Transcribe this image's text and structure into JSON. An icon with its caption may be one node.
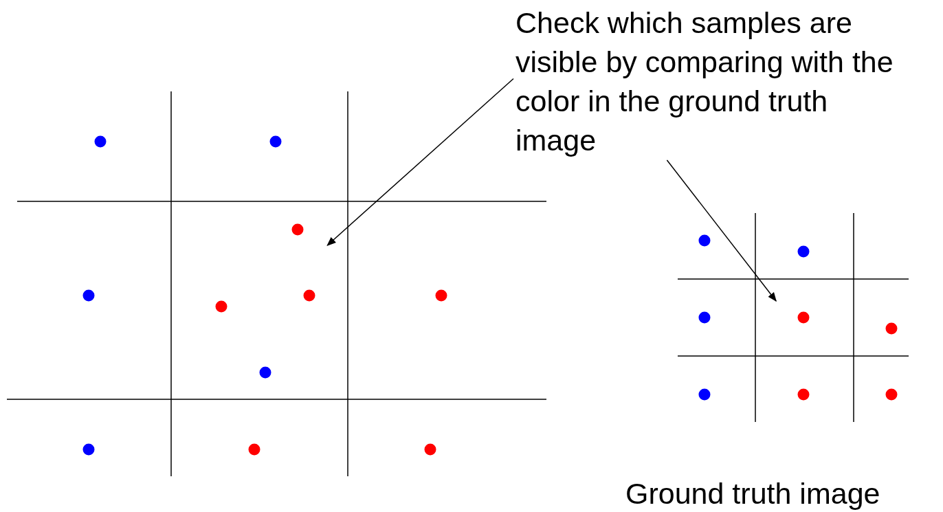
{
  "diagram": {
    "nodes": [
      {
        "text": [
          "Check which samples are visible by comparing with the color in the ground truth image"
        ]
      },
      {
        "text": [],
        "shape": "picture"
      },
      {
        "text": [],
        "shape": "picture"
      }
    ],
    "edges": [
      {
        "from": 0,
        "to": 1,
        "arrow": "to"
      },
      {
        "from": 0,
        "to": 2,
        "arrow": "to"
      }
    ],
    "labels": [
      "Ground truth image"
    ]
  }
}
